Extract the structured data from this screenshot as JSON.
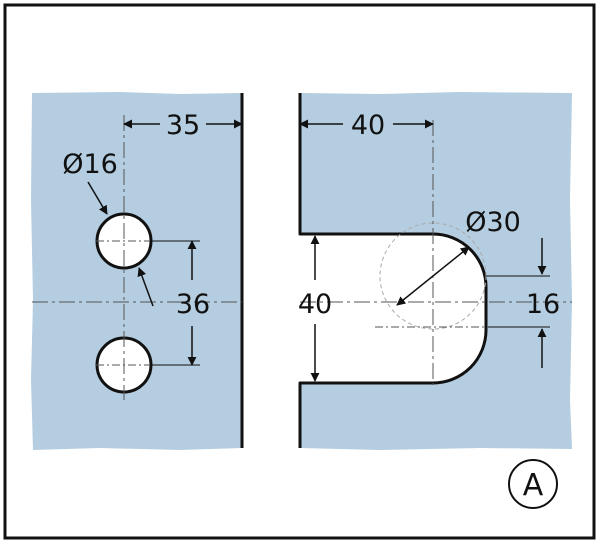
{
  "colors": {
    "glass": "#b4cde0",
    "outline": "#111111",
    "background": "#ffffff"
  },
  "left_panel": {
    "hole_diameter_label": "Ø16",
    "hole_offset_label": "35",
    "hole_spacing_label": "36"
  },
  "right_panel": {
    "notch_depth_label": "40",
    "notch_height_label": "40",
    "cutout_diameter_label": "Ø30",
    "cutout_offset_label": "16"
  },
  "figure_label": "A"
}
